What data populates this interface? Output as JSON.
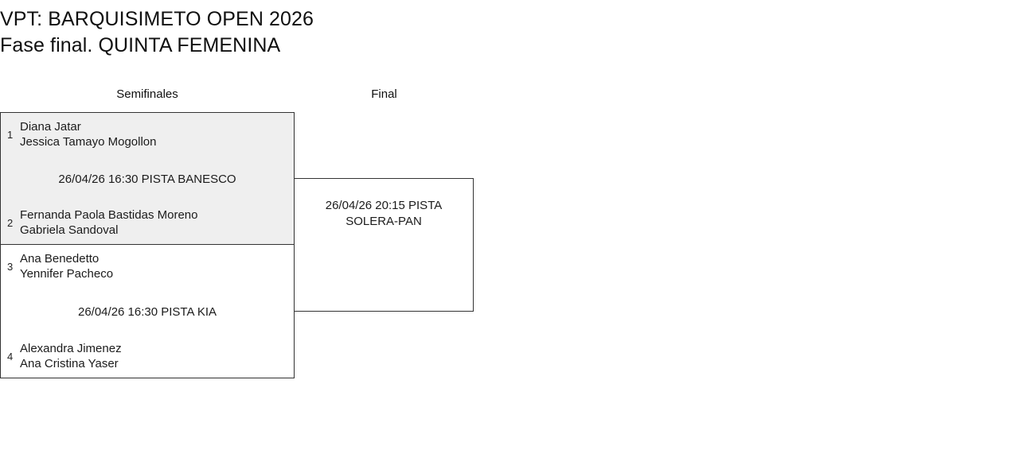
{
  "title": {
    "line1": "VPT: BARQUISIMETO OPEN 2026",
    "line2": "Fase final. QUINTA FEMENINA"
  },
  "rounds": [
    {
      "key": "semifinals",
      "label": "Semifinales"
    },
    {
      "key": "final",
      "label": "Final"
    }
  ],
  "colors": {
    "highlight_row": "#efefef",
    "box_border": "#333333",
    "text": "#1b1b1b",
    "background": "#ffffff"
  },
  "matches": [
    {
      "id": "sf1",
      "round": "Semifinales",
      "schedule": "26/04/26 16:30 PISTA BANESCO",
      "date": "26/04/26",
      "time": "16:30",
      "court": "PISTA BANESCO",
      "highlighted": true,
      "teams": [
        {
          "seed": "1",
          "player1": "Diana Jatar",
          "player2": "Jessica Tamayo Mogollon"
        },
        {
          "seed": "2",
          "player1": "Fernanda Paola Bastidas Moreno",
          "player2": "Gabriela Sandoval"
        }
      ]
    },
    {
      "id": "sf2",
      "round": "Semifinales",
      "schedule": "26/04/26 16:30 PISTA KIA",
      "date": "26/04/26",
      "time": "16:30",
      "court": "PISTA KIA",
      "highlighted": false,
      "teams": [
        {
          "seed": "3",
          "player1": "Ana Benedetto",
          "player2": "Yennifer Pacheco"
        },
        {
          "seed": "4",
          "player1": "Alexandra Jimenez",
          "player2": "Ana Cristina Yaser"
        }
      ]
    },
    {
      "id": "final",
      "round": "Final",
      "schedule": "26/04/26 20:15 PISTA SOLERA-PAN",
      "date": "26/04/26",
      "time": "20:15",
      "court": "PISTA SOLERA-PAN",
      "highlighted": false,
      "teams": []
    }
  ]
}
